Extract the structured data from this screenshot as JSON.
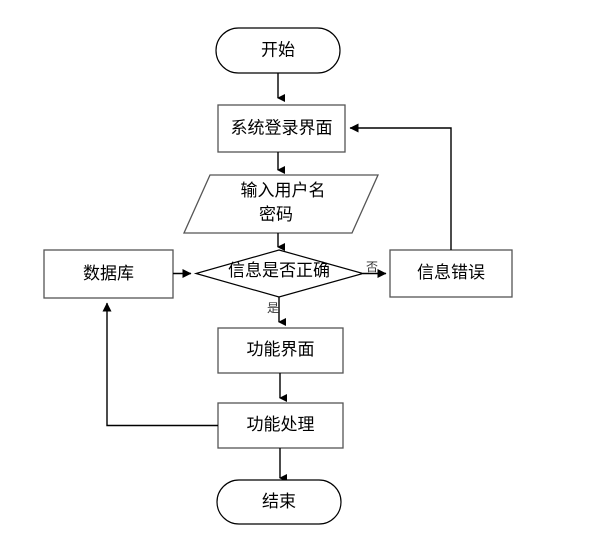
{
  "diagram": {
    "type": "flowchart",
    "orientation": "top-to-bottom",
    "background_color": "#ffffff",
    "line_color": "#000000",
    "text_color": "#000000",
    "nodes": [
      {
        "id": "start",
        "shape": "terminator",
        "label": "开始"
      },
      {
        "id": "login_ui",
        "shape": "process",
        "label": "系统登录界面"
      },
      {
        "id": "input_line1",
        "shape": "input-output",
        "label": "输入用户名"
      },
      {
        "id": "input_line2",
        "shape": "input-output",
        "label": "密码"
      },
      {
        "id": "decision",
        "shape": "decision",
        "label": "信息是否正确"
      },
      {
        "id": "database",
        "shape": "process",
        "label": "数据库"
      },
      {
        "id": "error",
        "shape": "process",
        "label": "信息错误"
      },
      {
        "id": "func_ui",
        "shape": "process",
        "label": "功能界面"
      },
      {
        "id": "func_proc",
        "shape": "process",
        "label": "功能处理"
      },
      {
        "id": "end",
        "shape": "terminator",
        "label": "结束"
      }
    ],
    "edge_labels": {
      "yes": "是",
      "no": "否"
    }
  }
}
